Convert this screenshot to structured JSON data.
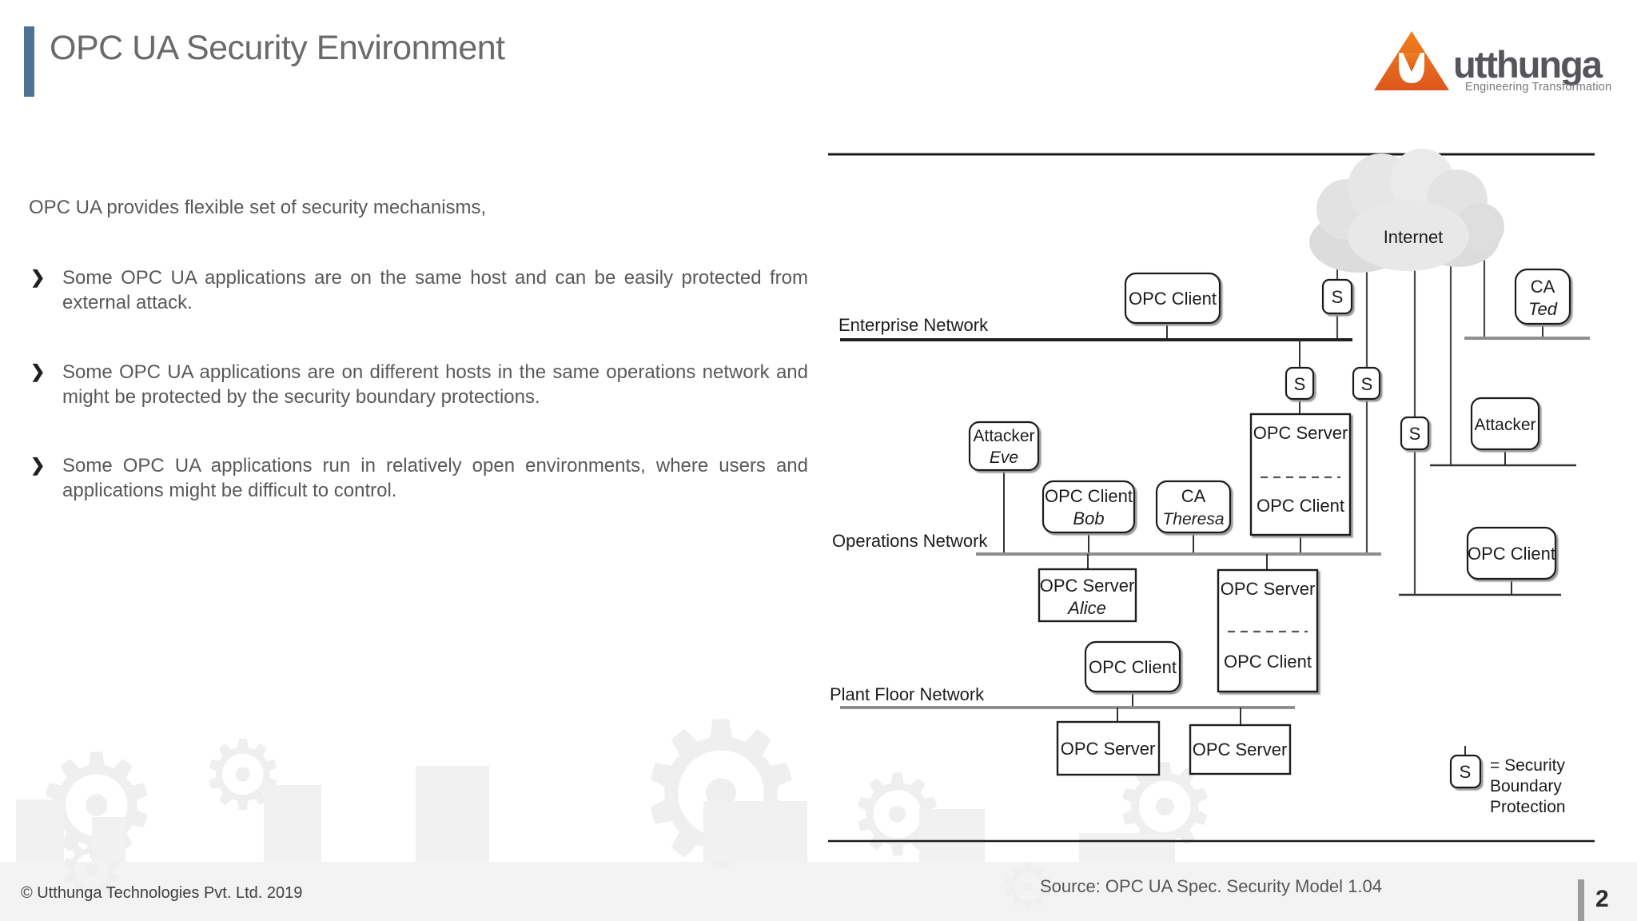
{
  "slide": {
    "title": "OPC UA Security Environment",
    "copyright": "© Utthunga Technologies Pvt. Ltd. 2019",
    "source": "Source: OPC UA Spec. Security Model 1.04",
    "page_number": "2",
    "accent_color": "#4e7296"
  },
  "logo": {
    "brand": "utthunga",
    "tagline": "Engineering Transformation",
    "triangle_color": "#e8661d",
    "text_color": "#55565a"
  },
  "body": {
    "intro": "OPC UA provides flexible set of security mechanisms,",
    "bullet_marker": "❯",
    "bullets": [
      "Some OPC UA applications are on the same host and can be easily protected from external attack.",
      "Some OPC UA applications are on different hosts in the same operations network and might be protected by the security boundary protections.",
      "Some OPC UA applications run in relatively open environments, where users and applications might be difficult to control."
    ]
  },
  "diagram": {
    "internet_label": "Internet",
    "s_symbol": "S",
    "network_labels": {
      "enterprise": "Enterprise Network",
      "operations": "Operations Network",
      "plant": "Plant Floor Network"
    },
    "nodes": {
      "ent_client": {
        "label": "OPC Client"
      },
      "ca_ted": {
        "label": "CA",
        "name": "Ted"
      },
      "attacker_right": {
        "label": "Attacker"
      },
      "attacker_eve": {
        "label": "Attacker",
        "name": "Eve"
      },
      "client_bob": {
        "label": "OPC Client",
        "name": "Bob"
      },
      "ca_theresa": {
        "label": "CA",
        "name": "Theresa"
      },
      "ops_combo": {
        "top": "OPC Server",
        "bottom": "OPC Client"
      },
      "right_client": {
        "label": "OPC Client"
      },
      "server_alice": {
        "label": "OPC Server",
        "name": "Alice"
      },
      "plant_combo": {
        "top": "OPC Server",
        "bottom": "OPC Client"
      },
      "plant_client": {
        "label": "OPC Client"
      },
      "plant_server_left": {
        "label": "OPC Server"
      },
      "plant_server_right": {
        "label": "OPC Server"
      }
    },
    "legend": {
      "line1": "= Security",
      "line2": "Boundary",
      "line3": "Protection"
    }
  }
}
